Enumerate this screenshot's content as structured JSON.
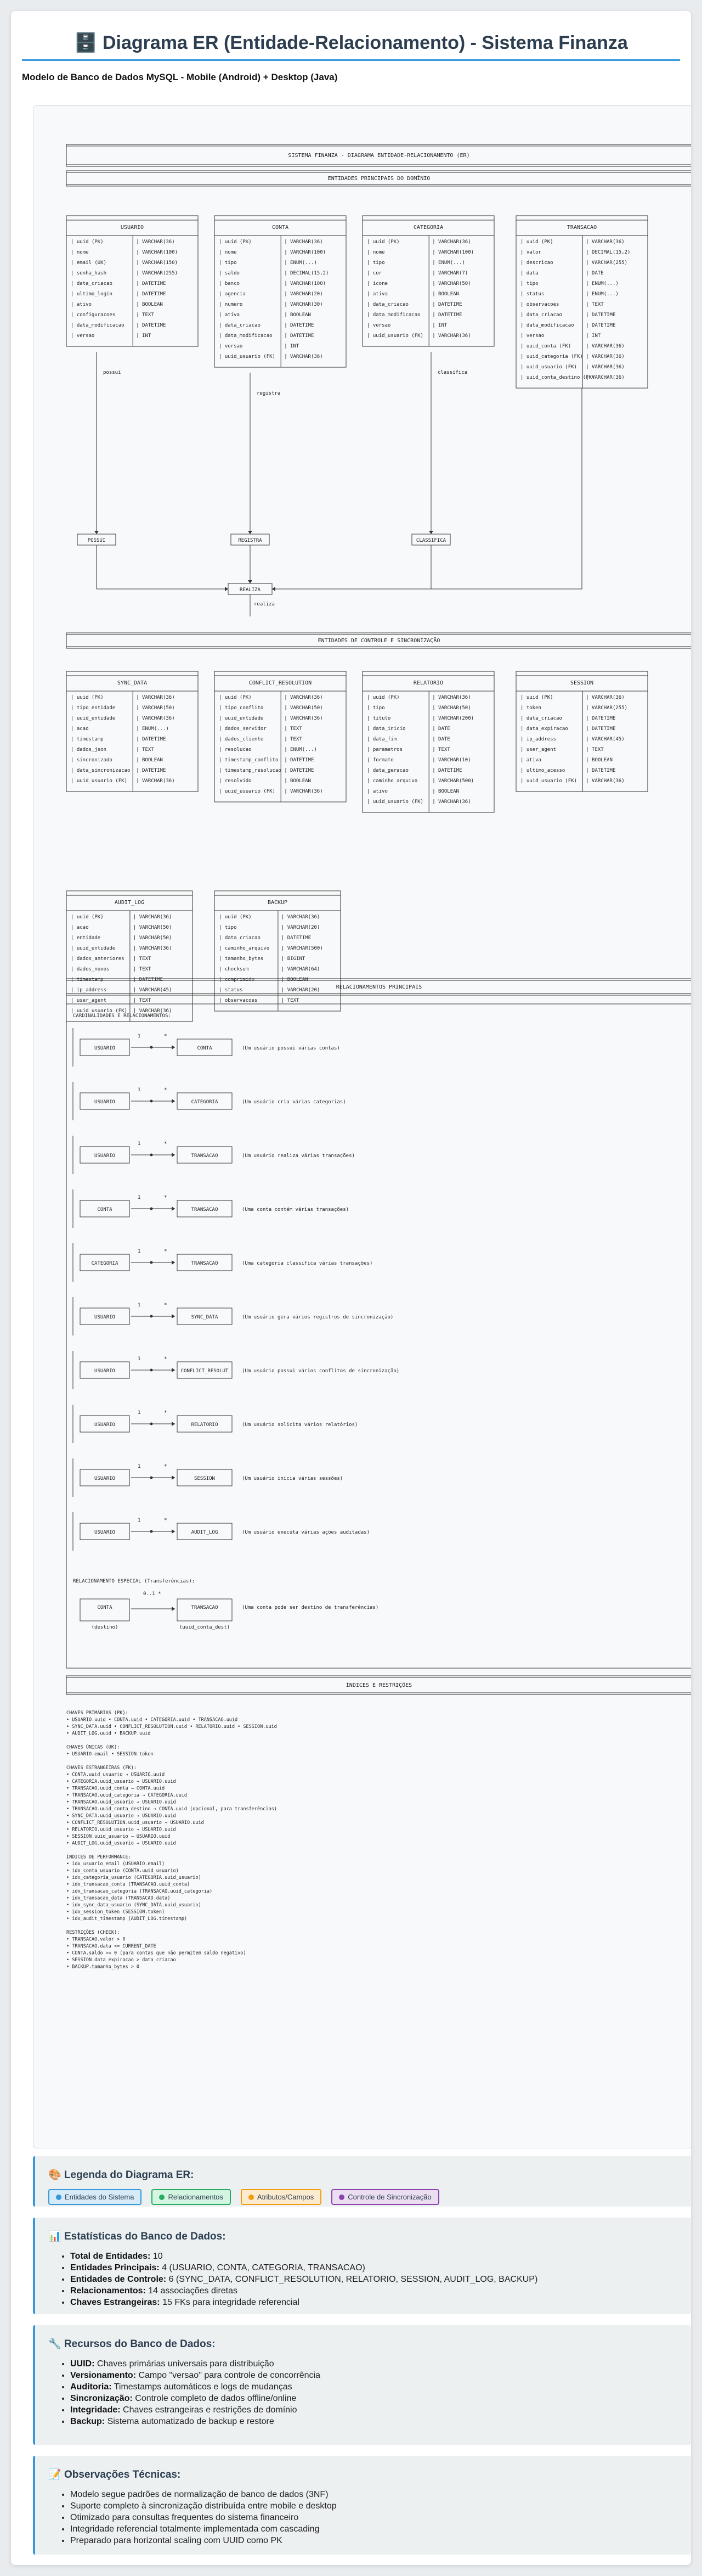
{
  "header": {
    "icon": "🗄️",
    "title": "Diagrama ER (Entidade-Relacionamento) - Sistema Finanza",
    "subtitle": "Modelo de Banco de Dados MySQL - Mobile (Android) + Desktop (Java)"
  },
  "diagram": {
    "banner_title": "SISTEMA FINANZA - DIAGRAMA ENTIDADE-RELACIONAMENTO (ER)",
    "section_main": "ENTIDADES PRINCIPAIS DO DOMÍNIO",
    "section_control": "ENTIDADES DE CONTROLE E SINCRONIZAÇÃO",
    "section_rel": "RELACIONAMENTOS PRINCIPAIS",
    "section_idx": "ÍNDICES E RESTRIÇÕES",
    "entities_main": [
      {
        "name": "USUARIO",
        "fields": [
          [
            "uuid (PK)",
            "VARCHAR(36)"
          ],
          [
            "nome",
            "VARCHAR(100)"
          ],
          [
            "email (UK)",
            "VARCHAR(150)"
          ],
          [
            "senha_hash",
            "VARCHAR(255)"
          ],
          [
            "data_criacao",
            "DATETIME"
          ],
          [
            "ultimo_login",
            "DATETIME"
          ],
          [
            "ativo",
            "BOOLEAN"
          ],
          [
            "configuracoes",
            "TEXT"
          ],
          [
            "data_modificacao",
            "DATETIME"
          ],
          [
            "versao",
            "INT"
          ]
        ]
      },
      {
        "name": "CONTA",
        "fields": [
          [
            "uuid (PK)",
            "VARCHAR(36)"
          ],
          [
            "nome",
            "VARCHAR(100)"
          ],
          [
            "tipo",
            "ENUM(...)"
          ],
          [
            "saldo",
            "DECIMAL(15,2)"
          ],
          [
            "banco",
            "VARCHAR(100)"
          ],
          [
            "agencia",
            "VARCHAR(20)"
          ],
          [
            "numero",
            "VARCHAR(30)"
          ],
          [
            "ativa",
            "BOOLEAN"
          ],
          [
            "data_criacao",
            "DATETIME"
          ],
          [
            "data_modificacao",
            "DATETIME"
          ],
          [
            "versao",
            "INT"
          ],
          [
            "uuid_usuario (FK)",
            "VARCHAR(36)"
          ]
        ]
      },
      {
        "name": "CATEGORIA",
        "fields": [
          [
            "uuid (PK)",
            "VARCHAR(36)"
          ],
          [
            "nome",
            "VARCHAR(100)"
          ],
          [
            "tipo",
            "ENUM(...)"
          ],
          [
            "cor",
            "VARCHAR(7)"
          ],
          [
            "icone",
            "VARCHAR(50)"
          ],
          [
            "ativa",
            "BOOLEAN"
          ],
          [
            "data_criacao",
            "DATETIME"
          ],
          [
            "data_modificacao",
            "DATETIME"
          ],
          [
            "versao",
            "INT"
          ],
          [
            "uuid_usuario (FK)",
            "VARCHAR(36)"
          ]
        ]
      },
      {
        "name": "TRANSACAO",
        "fields": [
          [
            "uuid (PK)",
            "VARCHAR(36)"
          ],
          [
            "valor",
            "DECIMAL(15,2)"
          ],
          [
            "descricao",
            "VARCHAR(255)"
          ],
          [
            "data",
            "DATE"
          ],
          [
            "tipo",
            "ENUM(...)"
          ],
          [
            "status",
            "ENUM(...)"
          ],
          [
            "observacoes",
            "TEXT"
          ],
          [
            "data_criacao",
            "DATETIME"
          ],
          [
            "data_modificacao",
            "DATETIME"
          ],
          [
            "versao",
            "INT"
          ],
          [
            "uuid_conta (FK)",
            "VARCHAR(36)"
          ],
          [
            "uuid_categoria (FK)",
            "VARCHAR(36)"
          ],
          [
            "uuid_usuario (FK)",
            "VARCHAR(36)"
          ],
          [
            "uuid_conta_destino (FK)",
            "VARCHAR(36)"
          ]
        ]
      }
    ],
    "action_boxes": [
      "POSSUI",
      "REGISTRA",
      "CLASSIFICA",
      "REALIZA"
    ],
    "action_labels": [
      "possui",
      "registra",
      "classifica",
      "realiza"
    ],
    "entities_control": [
      {
        "name": "SYNC_DATA",
        "fields": [
          [
            "uuid (PK)",
            "VARCHAR(36)"
          ],
          [
            "tipo_entidade",
            "VARCHAR(50)"
          ],
          [
            "uuid_entidade",
            "VARCHAR(36)"
          ],
          [
            "acao",
            "ENUM(...)"
          ],
          [
            "timestamp",
            "DATETIME"
          ],
          [
            "dados_json",
            "TEXT"
          ],
          [
            "sincronizado",
            "BOOLEAN"
          ],
          [
            "data_sincronizacao",
            "DATETIME"
          ],
          [
            "uuid_usuario (FK)",
            "VARCHAR(36)"
          ]
        ]
      },
      {
        "name": "CONFLICT_RESOLUTION",
        "fields": [
          [
            "uuid (PK)",
            "VARCHAR(36)"
          ],
          [
            "tipo_conflito",
            "VARCHAR(50)"
          ],
          [
            "uuid_entidade",
            "VARCHAR(36)"
          ],
          [
            "dados_servidor",
            "TEXT"
          ],
          [
            "dados_cliente",
            "TEXT"
          ],
          [
            "resolucao",
            "ENUM(...)"
          ],
          [
            "timestamp_conflito",
            "DATETIME"
          ],
          [
            "timestamp_resolucao",
            "DATETIME"
          ],
          [
            "resolvido",
            "BOOLEAN"
          ],
          [
            "uuid_usuario (FK)",
            "VARCHAR(36)"
          ]
        ]
      },
      {
        "name": "RELATORIO",
        "fields": [
          [
            "uuid (PK)",
            "VARCHAR(36)"
          ],
          [
            "tipo",
            "VARCHAR(50)"
          ],
          [
            "titulo",
            "VARCHAR(200)"
          ],
          [
            "data_inicio",
            "DATE"
          ],
          [
            "data_fim",
            "DATE"
          ],
          [
            "parametros",
            "TEXT"
          ],
          [
            "formato",
            "VARCHAR(10)"
          ],
          [
            "data_geracao",
            "DATETIME"
          ],
          [
            "caminho_arquivo",
            "VARCHAR(500)"
          ],
          [
            "ativo",
            "BOOLEAN"
          ],
          [
            "uuid_usuario (FK)",
            "VARCHAR(36)"
          ]
        ]
      },
      {
        "name": "SESSION",
        "fields": [
          [
            "uuid (PK)",
            "VARCHAR(36)"
          ],
          [
            "token",
            "VARCHAR(255)"
          ],
          [
            "data_criacao",
            "DATETIME"
          ],
          [
            "data_expiracao",
            "DATETIME"
          ],
          [
            "ip_address",
            "VARCHAR(45)"
          ],
          [
            "user_agent",
            "TEXT"
          ],
          [
            "ativa",
            "BOOLEAN"
          ],
          [
            "ultimo_acesso",
            "DATETIME"
          ],
          [
            "uuid_usuario (FK)",
            "VARCHAR(36)"
          ]
        ]
      }
    ],
    "entities_extra": [
      {
        "name": "AUDIT_LOG",
        "fields": [
          [
            "uuid (PK)",
            "VARCHAR(36)"
          ],
          [
            "acao",
            "VARCHAR(50)"
          ],
          [
            "entidade",
            "VARCHAR(50)"
          ],
          [
            "uuid_entidade",
            "VARCHAR(36)"
          ],
          [
            "dados_anteriores",
            "TEXT"
          ],
          [
            "dados_novos",
            "TEXT"
          ],
          [
            "timestamp",
            "DATETIME"
          ],
          [
            "ip_address",
            "VARCHAR(45)"
          ],
          [
            "user_agent",
            "TEXT"
          ],
          [
            "uuid_usuario (FK)",
            "VARCHAR(36)"
          ]
        ]
      },
      {
        "name": "BACKUP",
        "fields": [
          [
            "uuid (PK)",
            "VARCHAR(36)"
          ],
          [
            "tipo",
            "VARCHAR(20)"
          ],
          [
            "data_criacao",
            "DATETIME"
          ],
          [
            "caminho_arquivo",
            "VARCHAR(500)"
          ],
          [
            "tamanho_bytes",
            "BIGINT"
          ],
          [
            "checksum",
            "VARCHAR(64)"
          ],
          [
            "comprimido",
            "BOOLEAN"
          ],
          [
            "status",
            "VARCHAR(20)"
          ],
          [
            "observacoes",
            "TEXT"
          ]
        ]
      }
    ],
    "cardinality_title": "CARDINALIDADES E RELACIONAMENTOS:",
    "relationships": [
      {
        "left": "USUARIO",
        "right": "CONTA",
        "desc": "(Um usuário possui várias contas)"
      },
      {
        "left": "USUARIO",
        "right": "CATEGORIA",
        "desc": "(Um usuário cria várias categorias)"
      },
      {
        "left": "USUARIO",
        "right": "TRANSACAO",
        "desc": "(Um usuário realiza várias transações)"
      },
      {
        "left": "CONTA",
        "right": "TRANSACAO",
        "desc": "(Uma conta contém várias transações)"
      },
      {
        "left": "CATEGORIA",
        "right": "TRANSACAO",
        "desc": "(Uma categoria classifica várias transações)"
      },
      {
        "left": "USUARIO",
        "right": "SYNC_DATA",
        "desc": "(Um usuário gera vários registros de sincronização)"
      },
      {
        "left": "USUARIO",
        "right": "CONFLICT_RESOLUT",
        "desc": "(Um usuário possui vários conflitos de sincronização)"
      },
      {
        "left": "USUARIO",
        "right": "RELATORIO",
        "desc": "(Um usuário solicita vários relatórios)"
      },
      {
        "left": "USUARIO",
        "right": "SESSION",
        "desc": "(Um usuário inicia várias sessões)"
      },
      {
        "left": "USUARIO",
        "right": "AUDIT_LOG",
        "desc": "(Um usuário executa várias ações auditadas)"
      }
    ],
    "card_one": "1",
    "card_many": "*",
    "special_title": "RELACIONAMENTO ESPECIAL (Transferências):",
    "special": {
      "left": "CONTA",
      "left_sub": "(destino)",
      "right": "TRANSACAO",
      "right_sub": "(uuid_conta_dest)",
      "card": "0..1  *",
      "desc": "(Uma conta pode ser destino de transferências)"
    },
    "idx_lines": [
      "CHAVES PRIMÁRIAS (PK):",
      "• USUARIO.uuid          • CONTA.uuid             • CATEGORIA.uuid        • TRANSACAO.uuid",
      "• SYNC_DATA.uuid        • CONFLICT_RESOLUTION.uuid    • RELATORIO.uuid       • SESSION.uuid",
      "• AUDIT_LOG.uuid        • BACKUP.uuid",
      "",
      "CHAVES ÚNICAS (UK):",
      "• USUARIO.email         • SESSION.token",
      "",
      "CHAVES ESTRANGEIRAS (FK):",
      "• CONTA.uuid_usuario → USUARIO.uuid",
      "• CATEGORIA.uuid_usuario → USUARIO.uuid",
      "• TRANSACAO.uuid_conta → CONTA.uuid",
      "• TRANSACAO.uuid_categoria → CATEGORIA.uuid",
      "• TRANSACAO.uuid_usuario → USUARIO.uuid",
      "• TRANSACAO.uuid_conta_destino → CONTA.uuid (opcional, para transferências)",
      "• SYNC_DATA.uuid_usuario → USUARIO.uuid",
      "• CONFLICT_RESOLUTION.uuid_usuario → USUARIO.uuid",
      "• RELATORIO.uuid_usuario → USUARIO.uuid",
      "• SESSION.uuid_usuario → USUARIO.uuid",
      "• AUDIT_LOG.uuid_usuario → USUARIO.uuid",
      "",
      "ÍNDICES DE PERFORMANCE:",
      "• idx_usuario_email (USUARIO.email)",
      "• idx_conta_usuario (CONTA.uuid_usuario)",
      "• idx_categoria_usuario (CATEGORIA.uuid_usuario)",
      "• idx_transacao_conta (TRANSACAO.uuid_conta)",
      "• idx_transacao_categoria (TRANSACAO.uuid_categoria)",
      "• idx_transacao_data (TRANSACAO.data)",
      "• idx_sync_data_usuario (SYNC_DATA.uuid_usuario)",
      "• idx_session_token (SESSION.token)",
      "• idx_audit_timestamp (AUDIT_LOG.timestamp)",
      "",
      "RESTRIÇÕES (CHECK):",
      "• TRANSACAO.valor > 0",
      "• TRANSACAO.data <= CURRENT_DATE",
      "• CONTA.saldo >= 0 (para contas que não permitem saldo negativo)",
      "• SESSION.data_expiracao > data_criacao",
      "• BACKUP.tamanho_bytes > 0"
    ]
  },
  "legend": {
    "title": "Legenda do Diagrama ER:",
    "icon": "🎨",
    "items": [
      {
        "label": "Entidades do Sistema",
        "color": "#3498db",
        "bg": "#d6eaf8"
      },
      {
        "label": "Relacionamentos",
        "color": "#27ae60",
        "bg": "#d5f5e3"
      },
      {
        "label": "Atributos/Campos",
        "color": "#f39c12",
        "bg": "#fdebd0"
      },
      {
        "label": "Controle de Sincronização",
        "color": "#8e44ad",
        "bg": "#ebdef0"
      }
    ]
  },
  "stats": {
    "icon": "📊",
    "title": "Estatísticas do Banco de Dados:",
    "items": [
      {
        "k": "Total de Entidades:",
        "v": " 10"
      },
      {
        "k": "Entidades Principais:",
        "v": " 4 (USUARIO, CONTA, CATEGORIA, TRANSACAO)"
      },
      {
        "k": "Entidades de Controle:",
        "v": " 6 (SYNC_DATA, CONFLICT_RESOLUTION, RELATORIO, SESSION, AUDIT_LOG, BACKUP)"
      },
      {
        "k": "Relacionamentos:",
        "v": " 14 associações diretas"
      },
      {
        "k": "Chaves Estrangeiras:",
        "v": " 15 FKs para integridade referencial"
      }
    ]
  },
  "resources": {
    "icon": "🔧",
    "title": "Recursos do Banco de Dados:",
    "items": [
      {
        "k": "UUID:",
        "v": " Chaves primárias universais para distribuição"
      },
      {
        "k": "Versionamento:",
        "v": " Campo \"versao\" para controle de concorrência"
      },
      {
        "k": "Auditoria:",
        "v": " Timestamps automáticos e logs de mudanças"
      },
      {
        "k": "Sincronização:",
        "v": " Controle completo de dados offline/online"
      },
      {
        "k": "Integridade:",
        "v": " Chaves estrangeiras e restrições de domínio"
      },
      {
        "k": "Backup:",
        "v": " Sistema automatizado de backup e restore"
      }
    ]
  },
  "notes": {
    "icon": "📝",
    "title": "Observações Técnicas:",
    "items": [
      "Modelo segue padrões de normalização de banco de dados (3NF)",
      "Suporte completo à sincronização distribuída entre mobile e desktop",
      "Otimizado para consultas frequentes do sistema financeiro",
      "Integridade referencial totalmente implementada com cascading",
      "Preparado para horizontal scaling com UUID como PK"
    ]
  }
}
